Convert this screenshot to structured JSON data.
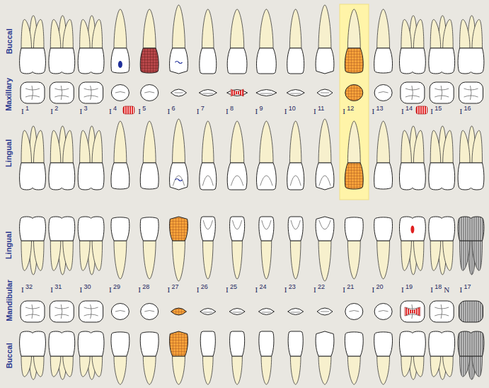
{
  "diagram": {
    "labels": [
      "Buccal",
      "Maxillary",
      "Lingual",
      "Lingual",
      "Mandibular",
      "Buccal",
      "I",
      "1",
      "I",
      "2",
      "I",
      "3",
      "I",
      "4",
      "I",
      "5",
      "I",
      "6",
      "I",
      "7",
      "I",
      "8",
      "I",
      "9",
      "I",
      "10",
      "I",
      "11",
      "I",
      "12",
      "I",
      "13",
      "I",
      "14",
      "I",
      "15",
      "I",
      "16",
      "I",
      "32",
      "I",
      "31",
      "I",
      "30",
      "I",
      "29",
      "I",
      "28",
      "I",
      "27",
      "I",
      "26",
      "I",
      "25",
      "I",
      "24",
      "I",
      "23",
      "I",
      "22",
      "I",
      "21",
      "I",
      "20",
      "I",
      "19",
      "I",
      "18",
      "I",
      "17",
      "N"
    ]
  }
}
